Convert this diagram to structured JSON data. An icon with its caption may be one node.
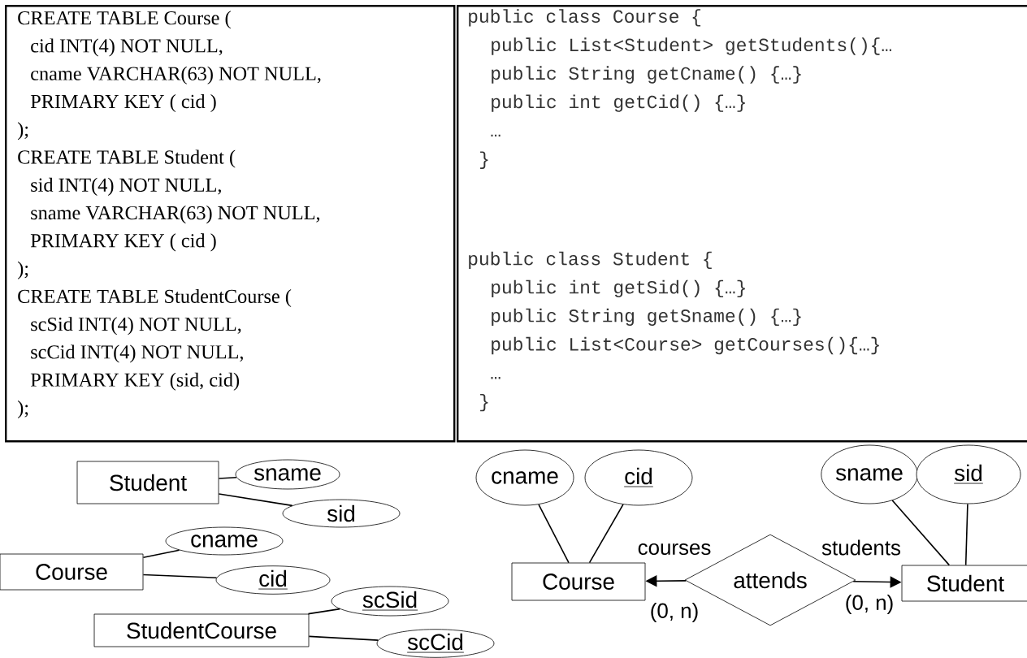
{
  "diagram": {
    "nodes": [
      {
        "text": [
          "CREATE TABLE Course (",
          "cid INT(4) NOT NULL,",
          "cname VARCHAR(63) NOT NULL,",
          "PRIMARY KEY ( cid )",
          ");",
          "CREATE TABLE Student (",
          "sid INT(4) NOT NULL,",
          "sname VARCHAR(63) NOT NULL,",
          "PRIMARY KEY ( cid )",
          ");",
          "CREATE TABLE StudentCourse (",
          "scSid INT(4) NOT NULL,",
          "scCid INT(4) NOT NULL,",
          "PRIMARY KEY (sid, cid)",
          ");"
        ]
      },
      {
        "text": [
          "public class Course {",
          "public List<Student> getStudents(){…",
          "public String getCname() {…}",
          "public int getCid() {…}",
          "…",
          "}",
          "public class Student {",
          "public int getSid() {…}",
          "public String getSname() {…}",
          "public List<Course> getCourses(){…}",
          "…",
          "}"
        ]
      },
      {
        "text": [
          "Student"
        ]
      },
      {
        "text": [
          "sname"
        ]
      },
      {
        "text": [
          "sid"
        ]
      },
      {
        "text": [
          "Course"
        ]
      },
      {
        "text": [
          "cname"
        ]
      },
      {
        "text": [
          "cid"
        ]
      },
      {
        "text": [
          "StudentCourse"
        ]
      },
      {
        "text": [
          "scSid"
        ]
      },
      {
        "text": [
          "scCid"
        ]
      },
      {
        "text": [
          "cname"
        ]
      },
      {
        "text": [
          "cid"
        ]
      },
      {
        "text": [
          "sname"
        ]
      },
      {
        "text": [
          "sid"
        ]
      },
      {
        "text": [
          "Course"
        ],
        "beside": [
          "(0, n)"
        ]
      },
      {
        "text": [
          "attends"
        ]
      },
      {
        "text": [
          "Student"
        ],
        "beside": [
          "(0, n)"
        ]
      }
    ],
    "edges": [
      {
        "from": 2,
        "to": 3,
        "arrow": "none"
      },
      {
        "from": 2,
        "to": 4,
        "arrow": "none"
      },
      {
        "from": 5,
        "to": 6,
        "arrow": "none"
      },
      {
        "from": 5,
        "to": 7,
        "arrow": "none"
      },
      {
        "from": 8,
        "to": 9,
        "arrow": "none"
      },
      {
        "from": 8,
        "to": 10,
        "arrow": "none"
      },
      {
        "from": 15,
        "to": 11,
        "arrow": "none"
      },
      {
        "from": 15,
        "to": 12,
        "arrow": "none"
      },
      {
        "from": 17,
        "to": 13,
        "arrow": "none"
      },
      {
        "from": 17,
        "to": 14,
        "arrow": "none"
      },
      {
        "from": 16,
        "to": 15,
        "arrow": "to",
        "label": "courses"
      },
      {
        "from": 16,
        "to": 17,
        "arrow": "to",
        "label": "students"
      }
    ]
  }
}
